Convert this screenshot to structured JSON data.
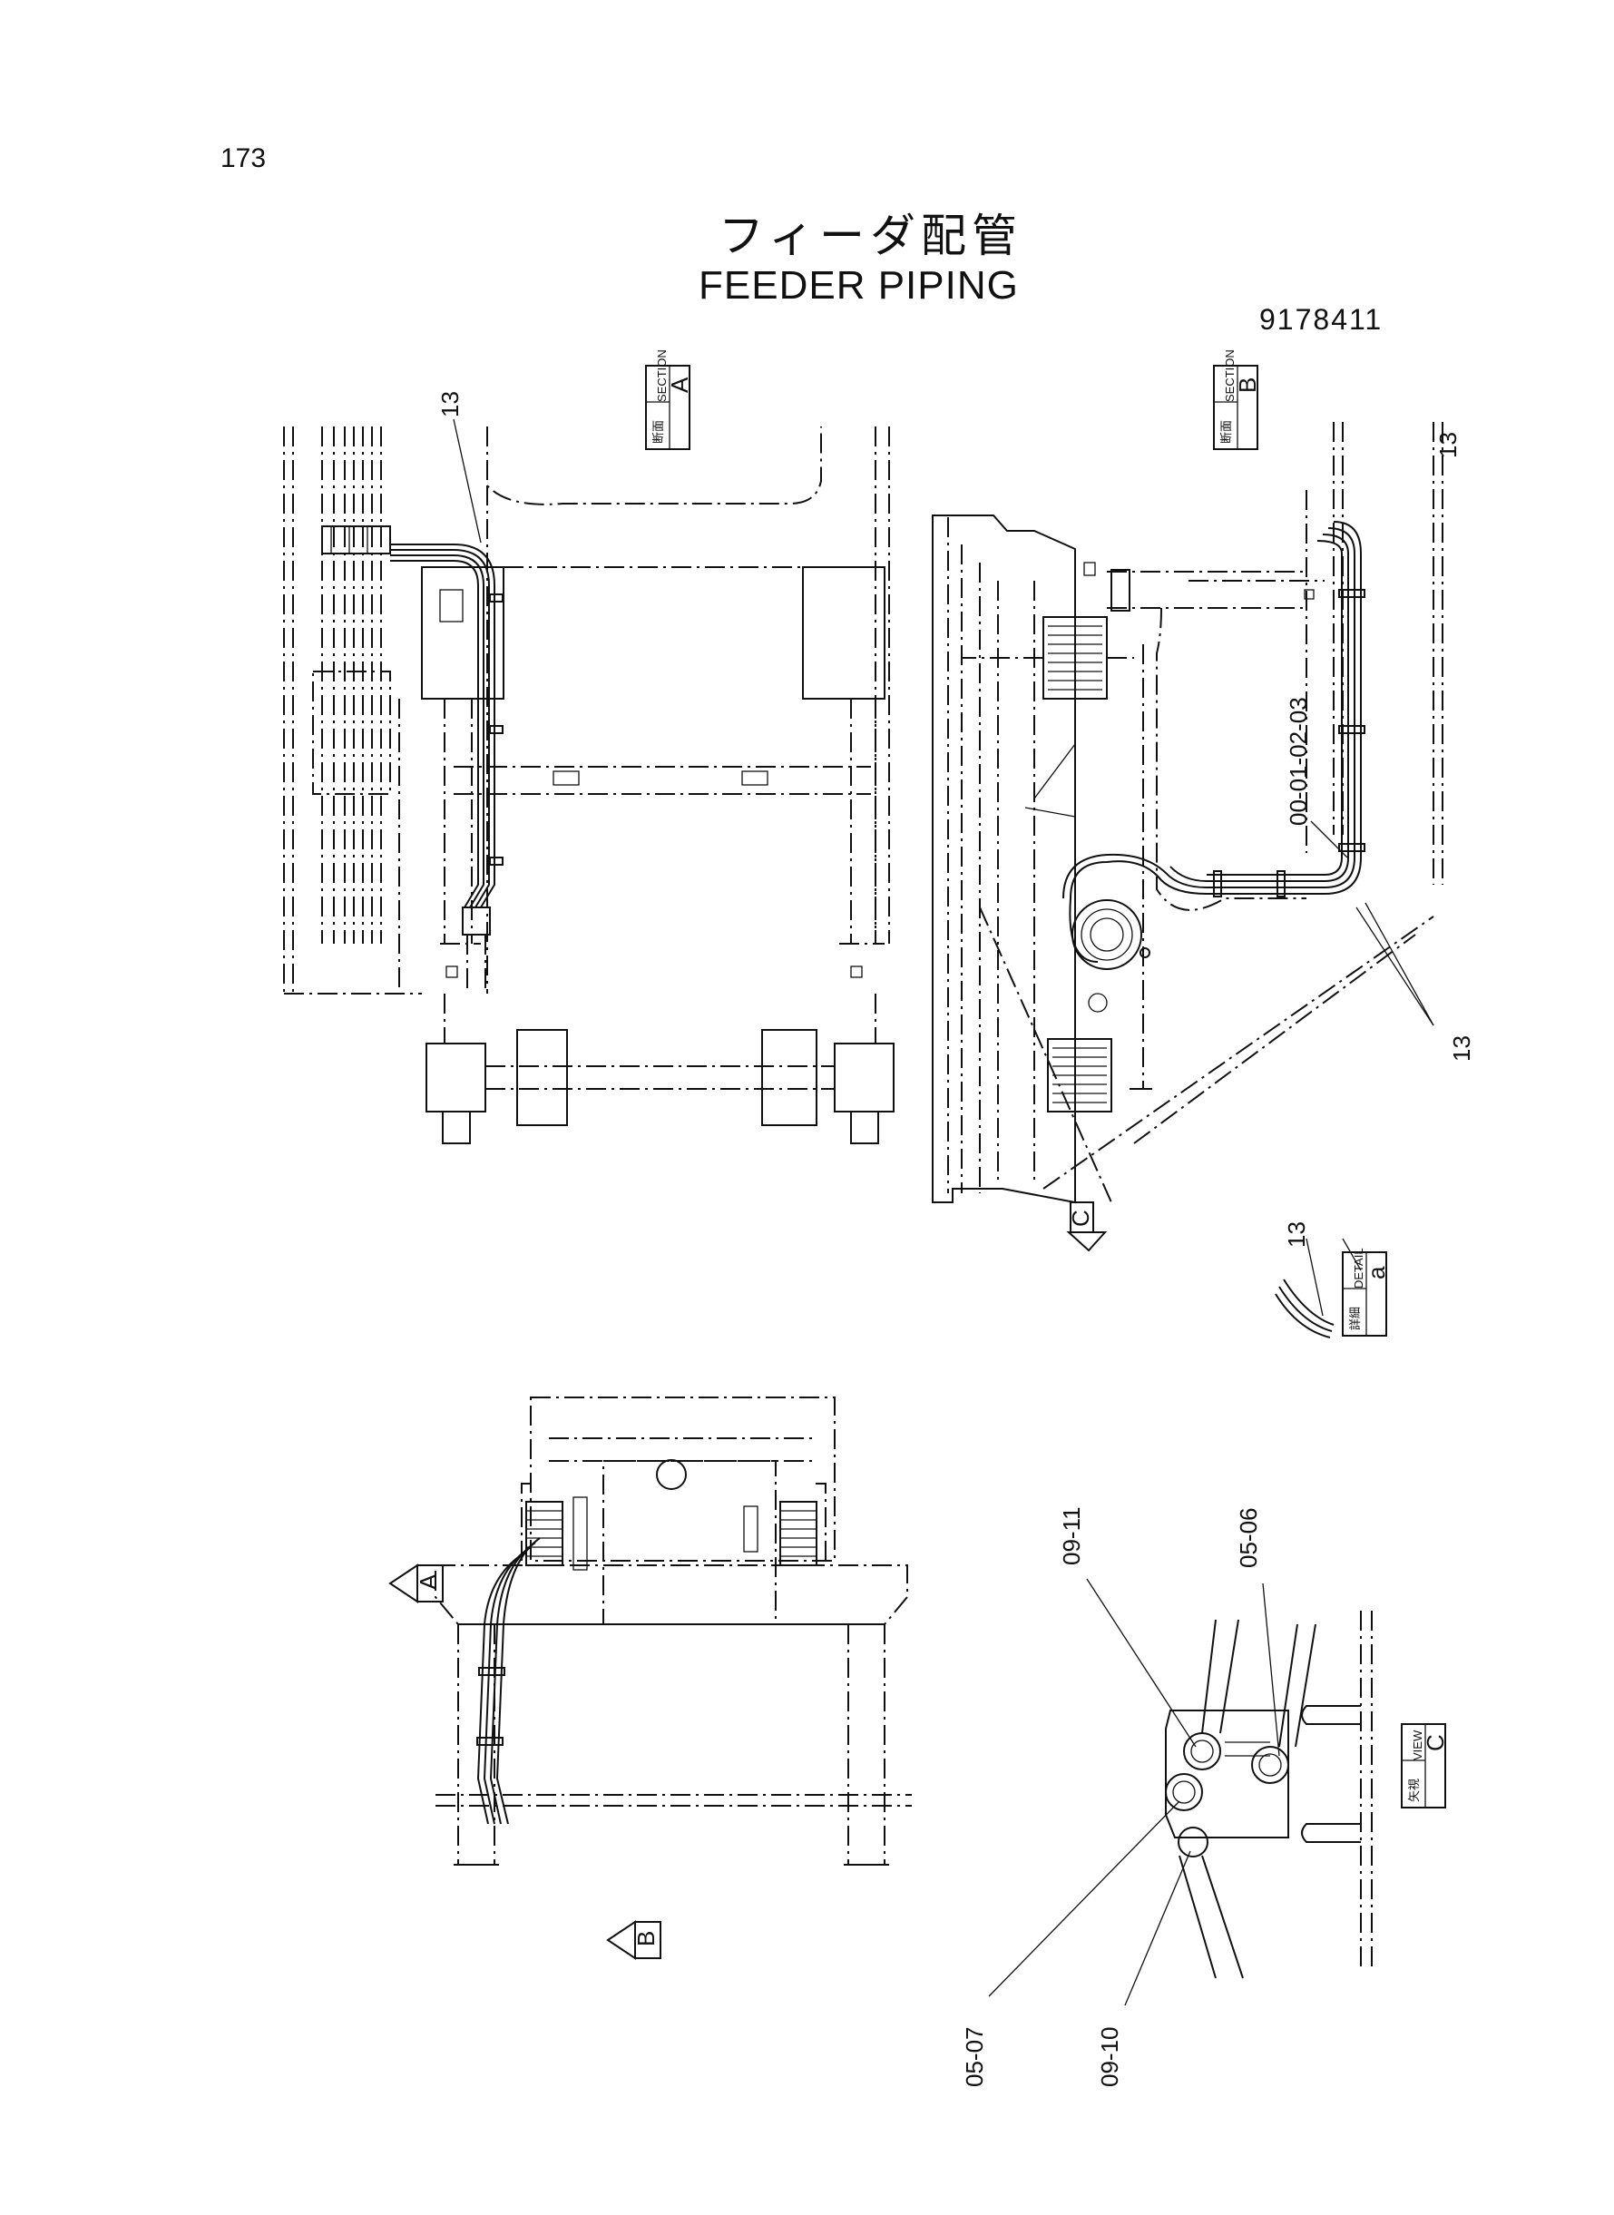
{
  "page": {
    "number": "173"
  },
  "title": {
    "japanese": "フィーダ配管",
    "english": "FEEDER PIPING"
  },
  "drawing_number": "9178411",
  "views": {
    "section_a": {
      "jp": "断面",
      "en": "SECTION",
      "letter": "A"
    },
    "section_b": {
      "jp": "断面",
      "en": "SECTION",
      "letter": "B"
    },
    "detail_a": {
      "jp": "詳細",
      "en": "DETAIL",
      "letter": "a"
    },
    "view_c": {
      "jp": "矢視",
      "en": "VIEW",
      "letter": "C"
    }
  },
  "arrows": {
    "a": "A",
    "b": "B",
    "c": "C"
  },
  "callouts": {
    "sec_a_13": "13",
    "sec_b_13_top": "13",
    "sec_b_13_bottom": "13",
    "sec_b_part": "00-01-02-03",
    "detail_13": "13",
    "view_c_0911": "09-11",
    "view_c_0506": "05-06",
    "view_c_0507": "05-07",
    "view_c_0910": "09-10"
  }
}
